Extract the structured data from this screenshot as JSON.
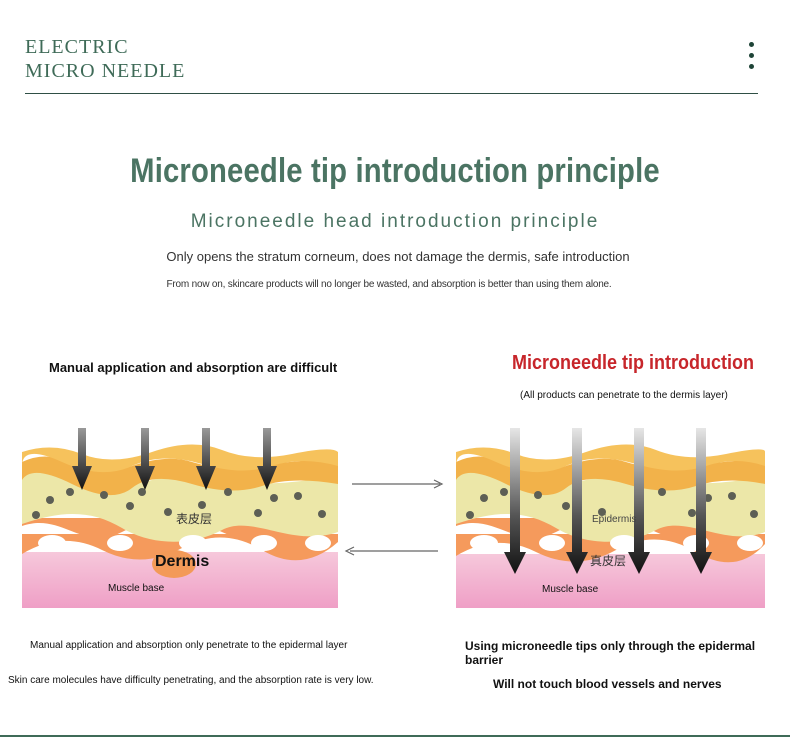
{
  "brand": {
    "line1": "ELECTRIC",
    "line2": "MICRO NEEDLE"
  },
  "header": {
    "menu_icon": "vertical-dots-icon"
  },
  "main": {
    "title": "Microneedle tip introduction principle",
    "subtitle": "Microneedle head introduction principle",
    "line1": "Only opens the stratum corneum, does not damage the dermis, safe introduction",
    "line2": "From now on, skincare products will no longer be wasted, and absorption is better than using them alone."
  },
  "left_panel": {
    "caption": "Manual application and absorption are difficult",
    "label_epidermis_cn": "表皮层",
    "label_dermis": "Dermis",
    "label_muscle": "Muscle base",
    "bottom_line1": "Manual application and absorption only penetrate to the epidermal layer",
    "bottom_line2": "Skin care molecules have difficulty penetrating, and the absorption rate is very low."
  },
  "right_panel": {
    "title": "Microneedle tip introduction",
    "note": "(All products can penetrate to the dermis layer)",
    "label_epidermis": "Epidermis",
    "label_dermis_cn": "真皮层",
    "label_muscle": "Muscle base",
    "bottom_line1": "Using microneedle tips only through the epidermal barrier",
    "bottom_line2": "Will not touch blood vessels and nerves"
  },
  "colors": {
    "brand_green": "#4b7463",
    "accent_red": "#c7262b",
    "skin_top": "#f2b24a",
    "skin_mid": "#ece7a8",
    "skin_orange": "#f59a5c",
    "skin_pink": "#f3bfd6"
  }
}
